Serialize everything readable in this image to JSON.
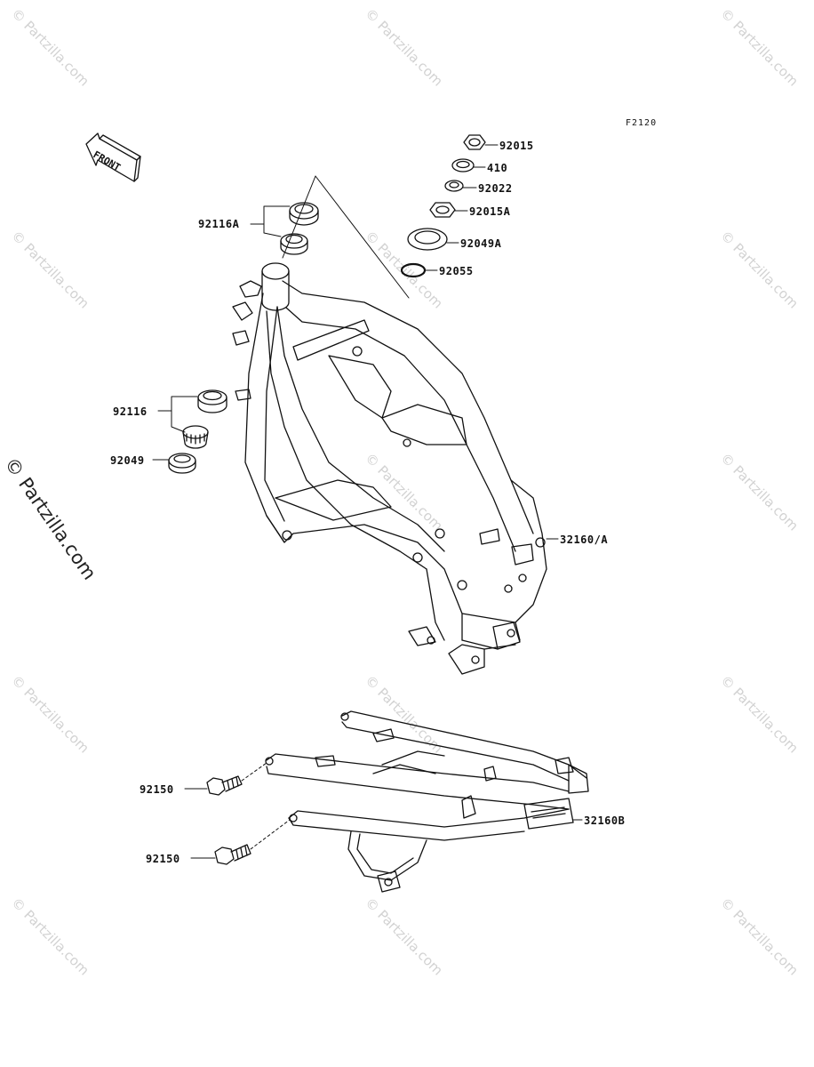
{
  "diagram": {
    "code": "F2120",
    "front_label": "FRONT",
    "watermark": "© Partzilla.com",
    "callouts": [
      {
        "id": "92015",
        "label": "92015"
      },
      {
        "id": "410",
        "label": "410"
      },
      {
        "id": "92022",
        "label": "92022"
      },
      {
        "id": "92015A",
        "label": "92015A"
      },
      {
        "id": "92049A",
        "label": "92049A"
      },
      {
        "id": "92055",
        "label": "92055"
      },
      {
        "id": "92116A",
        "label": "92116A"
      },
      {
        "id": "92116",
        "label": "92116"
      },
      {
        "id": "92049",
        "label": "92049"
      },
      {
        "id": "32160A",
        "label": "32160/A"
      },
      {
        "id": "92150a",
        "label": "92150"
      },
      {
        "id": "92150b",
        "label": "92150"
      },
      {
        "id": "32160B",
        "label": "32160B"
      }
    ]
  }
}
